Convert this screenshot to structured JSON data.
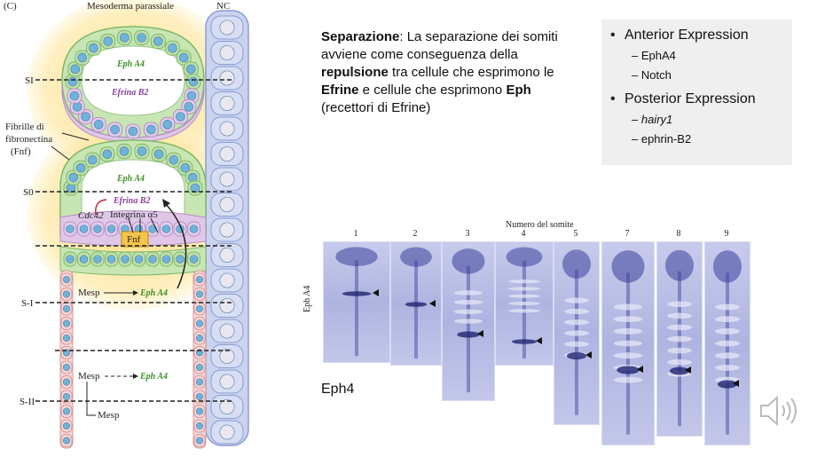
{
  "diagram": {
    "panel_label": "(C)",
    "header_mesoderm": "Mesoderma parassiale",
    "header_nc": "NC",
    "level_si": "SI",
    "level_s0": "S0",
    "level_s_minus1": "S-I",
    "level_s_minus2": "S-II",
    "fibrille_line1": "Fibrille di",
    "fibrille_line2": "fibronectina",
    "fibrille_line3": "(Fnf)",
    "eph_a4_top": "Eph A4",
    "efrina_b2_top": "Efrina B2",
    "eph_a4_mid": "Eph A4",
    "efrina_b2_mid": "Efrina B2",
    "cdc42": "Cdc42",
    "integrina": "Integrina α5",
    "fnf": "Fnf",
    "mesp_1": "Mesp",
    "eph_a4_mesp1": "Eph A4",
    "mesp_2": "Mesp",
    "eph_a4_mesp2": "Eph A4",
    "mesp_3": "Mesp"
  },
  "separazione": {
    "term": "Separazione",
    "t1": ": La separazione dei somiti avviene come conseguenza della ",
    "repulsione": "repulsione",
    "t2": " tra cellule che esprimono le ",
    "efrine": "Efrine",
    "t3": " e cellule che esprimono ",
    "eph": "Eph",
    "t4": " (recettori di Efrine)"
  },
  "expression": {
    "anterior_title": "Anterior Expression",
    "anterior_items": [
      "– EphA4",
      "– Notch"
    ],
    "posterior_title": "Posterior Expression",
    "posterior_items": [
      "hairy1",
      "– ephrin-B2"
    ],
    "posterior_dash": "– "
  },
  "embryos": {
    "axis_title": "Numero del somite",
    "side_label": "Eph A4",
    "caption": "Eph4",
    "numbers": [
      "1",
      "2",
      "3",
      "4",
      "5",
      "7",
      "8",
      "9"
    ]
  },
  "icons": {
    "speaker": "speaker-icon"
  }
}
